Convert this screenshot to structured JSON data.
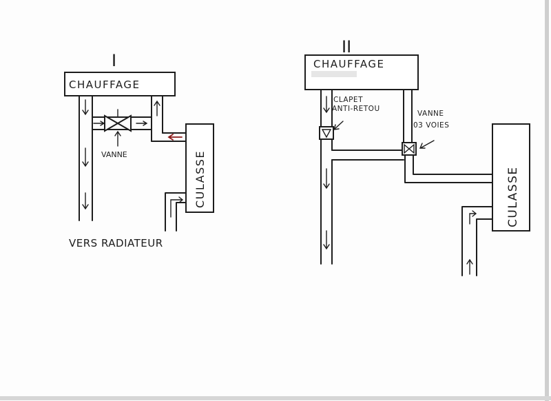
{
  "diagram_1": {
    "roman_numeral": "I",
    "heater_label": "CHAUFFAGE",
    "valve_label": "VANNE",
    "engine_label": "CULASSE",
    "outlet_label": "VERS RADIATEUR"
  },
  "diagram_2": {
    "roman_numeral": "II",
    "heater_label": "CHAUFFAGE",
    "check_valve_label_line1": "CLAPET",
    "check_valve_label_line2": "ANTI-RETOU",
    "valve_label_line1": "VANNE",
    "valve_label_line2": "03 VOIES",
    "engine_label": "CULASSE"
  },
  "colors": {
    "ink": "#1c1c1c",
    "paper": "#fdfdfd",
    "red_arrow": "#8b1a1a"
  }
}
